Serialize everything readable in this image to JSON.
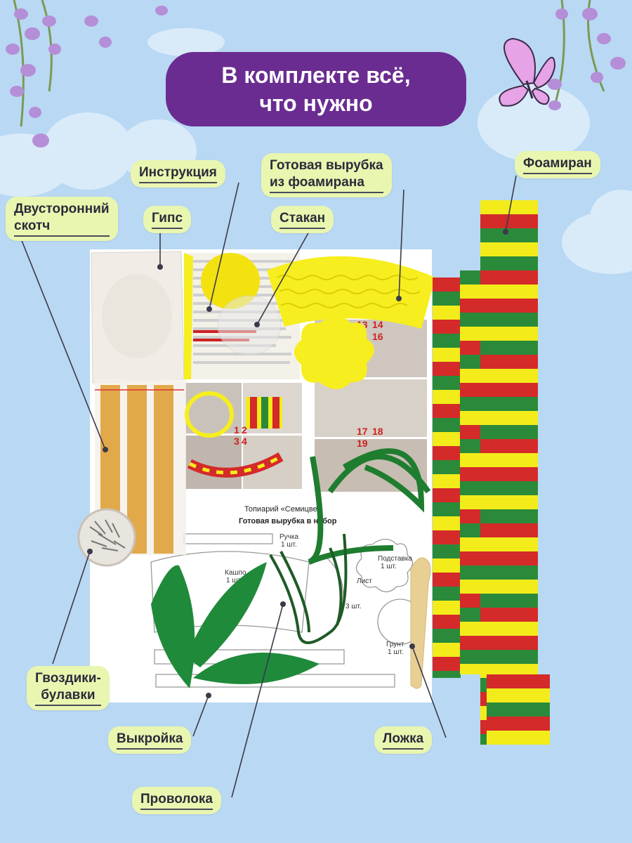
{
  "title": {
    "line1": "В комплекте всё,",
    "line2": "что нужно"
  },
  "labels": {
    "instruction": "Инструкция",
    "ready_cut_1": "Готовая вырубка",
    "ready_cut_2": "из фоамирана",
    "foamiran": "Фоамиран",
    "tape_1": "Двусторонний",
    "tape_2": "скотч",
    "gypsum": "Гипс",
    "cup": "Стакан",
    "pins_1": "Гвоздики-",
    "pins_2": "булавки",
    "pattern": "Выкройка",
    "spoon": "Ложка",
    "wire": "Проволока"
  },
  "sheet": {
    "heading": "Топиарий «Семицвет",
    "subheading": "Готовая вырубка в набор",
    "parts": [
      {
        "name": "Ручка",
        "qty": "1 шт."
      },
      {
        "name": "Подставка",
        "qty": "1 шт."
      },
      {
        "name": "Кашпо",
        "qty": "1 шт."
      },
      {
        "name": "Лист",
        "qty": "3 шт."
      },
      {
        "name": "Грунт",
        "qty": "1 шт."
      }
    ],
    "step_numbers": [
      "1",
      "2",
      "3",
      "4",
      "13",
      "14",
      "16",
      "17",
      "18",
      "19"
    ]
  },
  "colors": {
    "background": "#b9d8f3",
    "title_bg": "#6a2c91",
    "label_bg": "#e8f6b0",
    "stripe_red": "#d42a2a",
    "stripe_yellow": "#f3ec1a",
    "stripe_green": "#2a8a3a",
    "foam_yellow": "#f6ee1e",
    "leaf_green": "#1f8a3a",
    "tape_orange": "#e2a94a"
  }
}
